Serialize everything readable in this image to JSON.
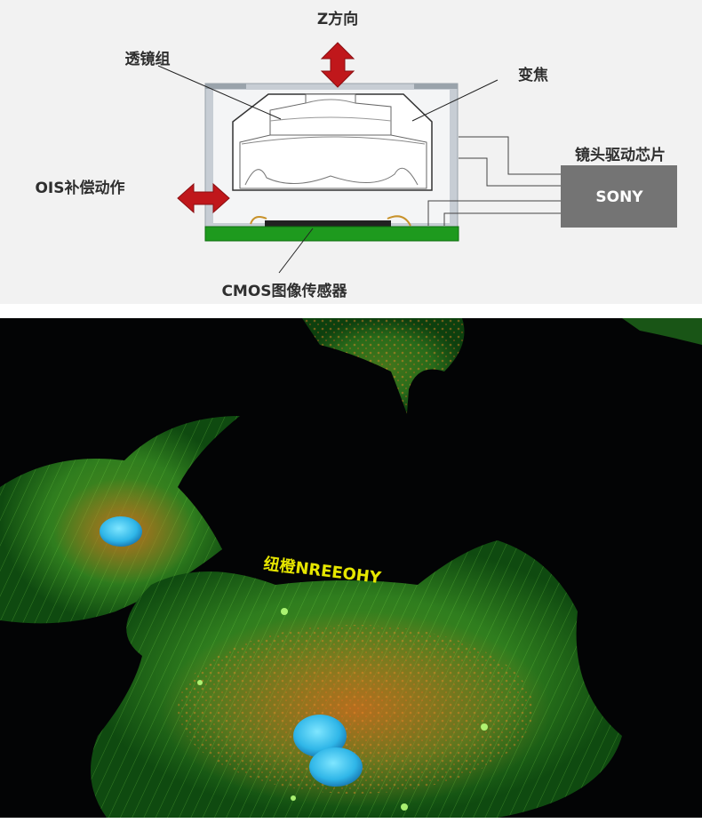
{
  "diagram": {
    "z_direction": "Z方向",
    "lens_group": "透镜组",
    "zoom": "变焦",
    "ois": "OIS补偿动作",
    "driver_chip": "镜头驱动芯片",
    "brand": "SONY",
    "cmos": "CMOS图像传感器",
    "colors": {
      "arrow": "#c0171b",
      "pcb": "#1e9a1e",
      "chip": "#747474",
      "housing": "#c6ccd3"
    }
  },
  "micrograph": {
    "watermark": "纽橙NREEOHY",
    "watermark_color": "#e6e600"
  }
}
